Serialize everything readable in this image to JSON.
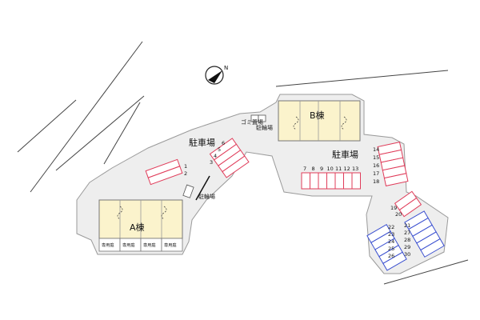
{
  "compass": {
    "north_label": "N"
  },
  "lot_labels": {
    "parking_west": "駐車場",
    "parking_east": "駐車場",
    "garbage": "ゴミ置場",
    "bike_top": "駐輪場",
    "bike_west": "駐輪場"
  },
  "buildings": {
    "a": {
      "label": "A棟",
      "yards": [
        "専用庭",
        "専用庭",
        "専用庭",
        "専用庭"
      ]
    },
    "b": {
      "label": "B棟"
    }
  },
  "parking_spaces": {
    "west_pair": [
      "1",
      "2"
    ],
    "diagonal_group": [
      "3",
      "4",
      "5",
      "6"
    ],
    "center_row": [
      "7",
      "8",
      "9",
      "10",
      "11",
      "12",
      "13"
    ],
    "east_column": [
      "14",
      "15",
      "16",
      "17",
      "18"
    ],
    "south_red": [
      "19",
      "20"
    ],
    "south_blue_left": [
      "22",
      "23",
      "24",
      "25",
      "26"
    ],
    "south_blue_right": [
      "21",
      "27",
      "28",
      "29",
      "30"
    ]
  },
  "colors": {
    "lot_fill": "#eeeeee",
    "lot_stroke": "#9a9a9a",
    "building_fill": "#fbf3cc",
    "space_red": "#e03c5a",
    "space_blue": "#3a4fd0",
    "line": "#333333"
  }
}
